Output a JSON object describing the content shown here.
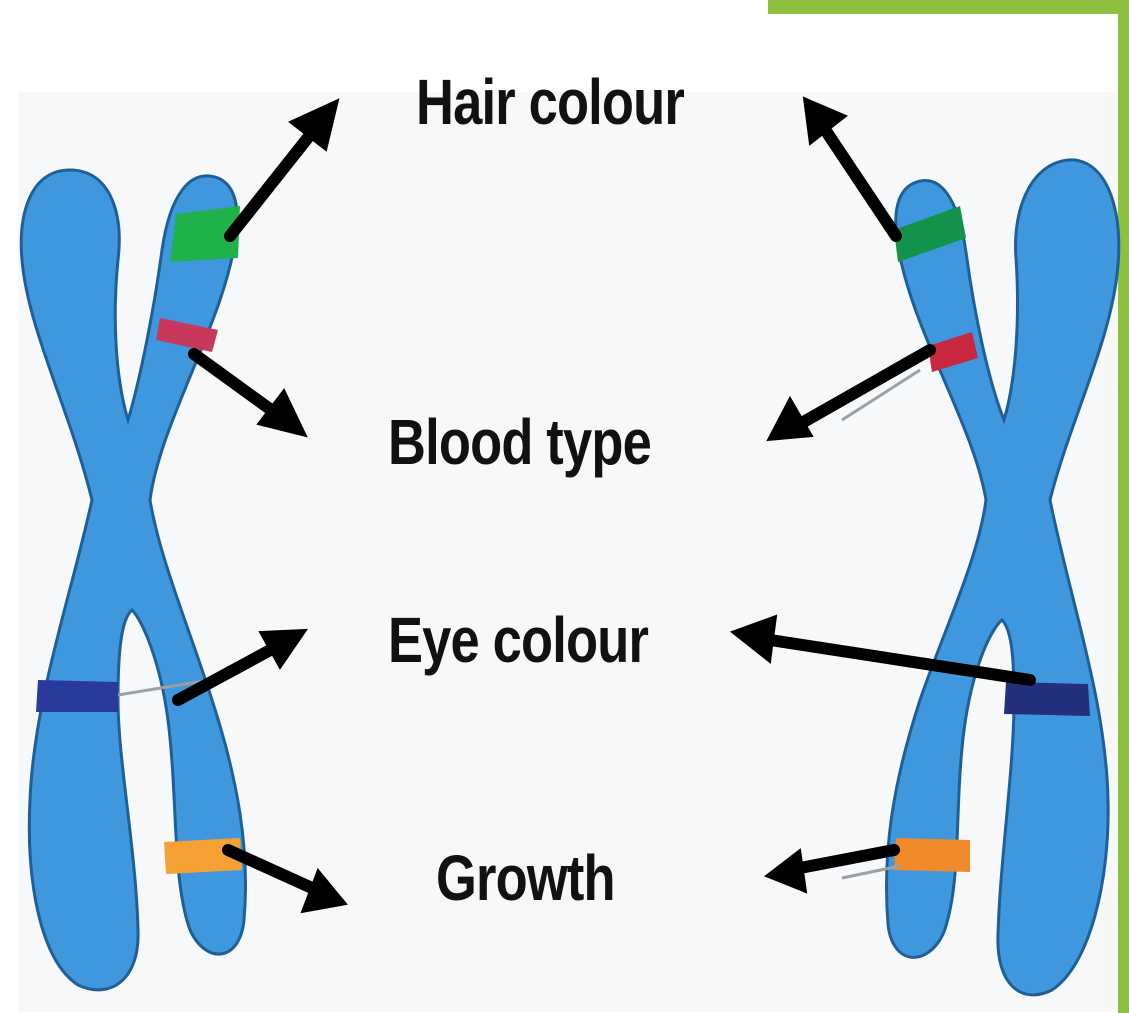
{
  "diagram": {
    "traits": [
      {
        "id": "hair",
        "label": "Hair colour",
        "band_color_left": "#1fb24a",
        "band_color_right": "#12924a"
      },
      {
        "id": "blood",
        "label": "Blood type",
        "band_color_left": "#c8385a",
        "band_color_right": "#c8283e"
      },
      {
        "id": "eye",
        "label": "Eye colour",
        "band_color_left": "#2a3a9c",
        "band_color_right": "#24307e"
      },
      {
        "id": "growth",
        "label": "Growth",
        "band_color_left": "#f4a234",
        "band_color_right": "#f08a2a"
      }
    ],
    "chromosome_color": "#3f98dd",
    "chromosome_outline": "#1f5f96",
    "accent_bar_color": "#8cc03e"
  }
}
